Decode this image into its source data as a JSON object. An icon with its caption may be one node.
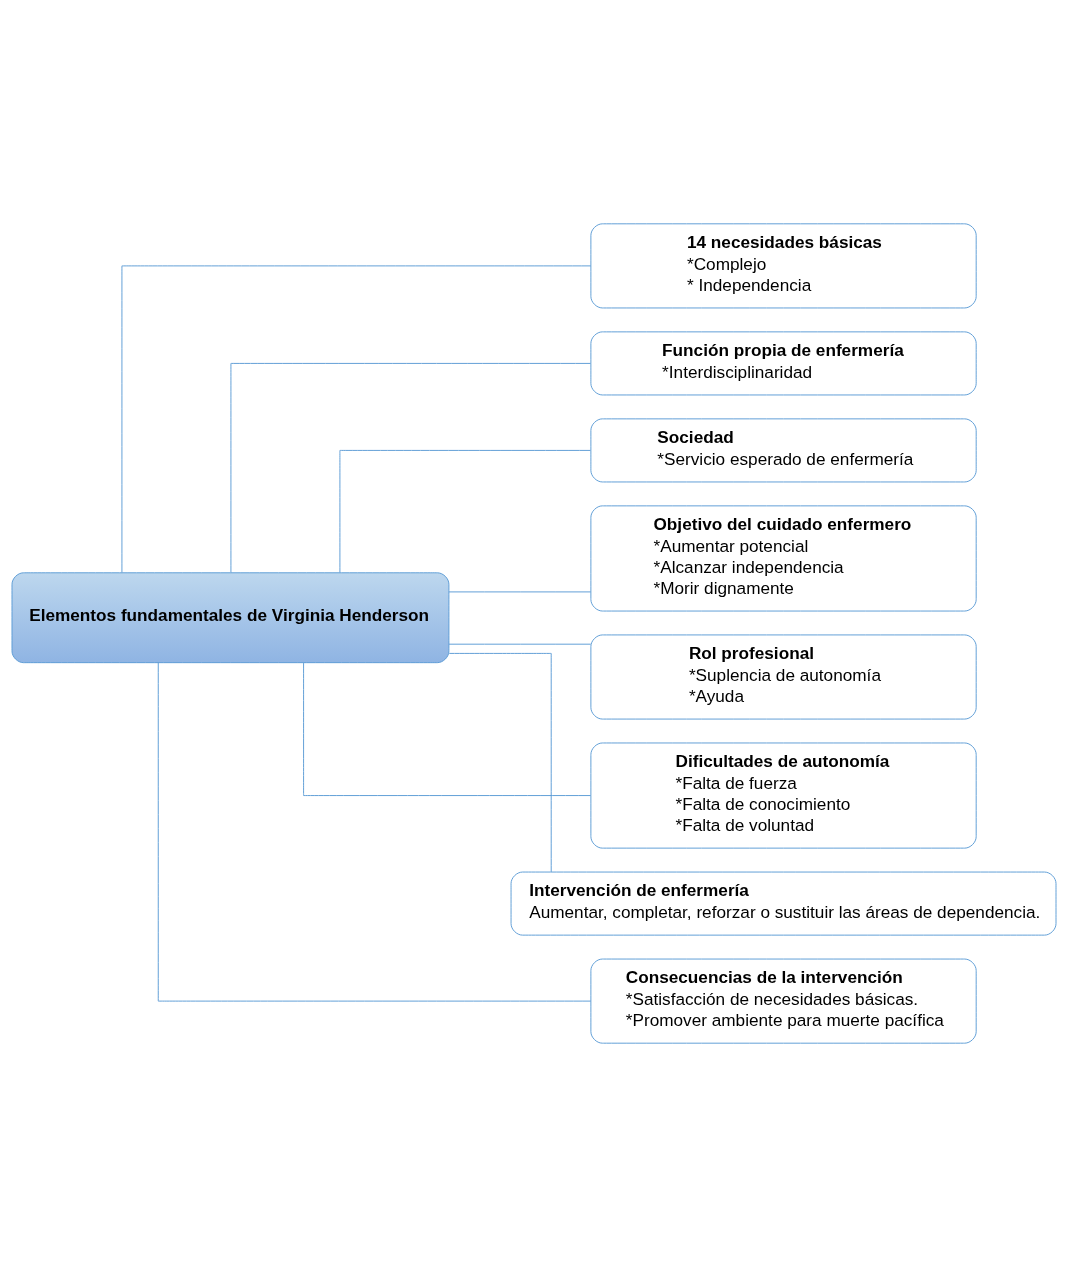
{
  "diagram": {
    "nodes": [
      {
        "text": [
          "Elementos fundamentales de Virginia Henderson"
        ]
      },
      {
        "text": [
          "14 necesidades básicas",
          "*Complejo",
          "* Independencia"
        ]
      },
      {
        "text": [
          "Función propia de enfermería",
          "*Interdisciplinaridad"
        ]
      },
      {
        "text": [
          "Sociedad",
          "*Servicio esperado de enfermería"
        ]
      },
      {
        "text": [
          "Objetivo del cuidado enfermero",
          "*Aumentar potencial",
          "*Alcanzar independencia",
          "*Morir dignamente"
        ]
      },
      {
        "text": [
          "Rol profesional",
          "*Suplencia de autonomía",
          "*Ayuda"
        ]
      },
      {
        "text": [
          "Dificultades de autonomía",
          "*Falta de fuerza",
          "*Falta de conocimiento",
          "*Falta de voluntad"
        ]
      },
      {
        "text": [
          "Intervención de enfermería",
          "Aumentar, completar, reforzar o sustituir las áreas de dependencia."
        ]
      },
      {
        "text": [
          "Consecuencias de la intervención",
          "*Satisfacción de necesidades básicas.",
          "*Promover ambiente para muerte pacífica"
        ]
      }
    ],
    "edges": [
      {
        "from": 0,
        "to": 1,
        "arrow": "none"
      },
      {
        "from": 0,
        "to": 2,
        "arrow": "none"
      },
      {
        "from": 0,
        "to": 3,
        "arrow": "none"
      },
      {
        "from": 0,
        "to": 4,
        "arrow": "none"
      },
      {
        "from": 0,
        "to": 5,
        "arrow": "none"
      },
      {
        "from": 0,
        "to": 6,
        "arrow": "none"
      },
      {
        "from": 0,
        "to": 7,
        "arrow": "none"
      },
      {
        "from": 0,
        "to": 8,
        "arrow": "none"
      }
    ]
  }
}
